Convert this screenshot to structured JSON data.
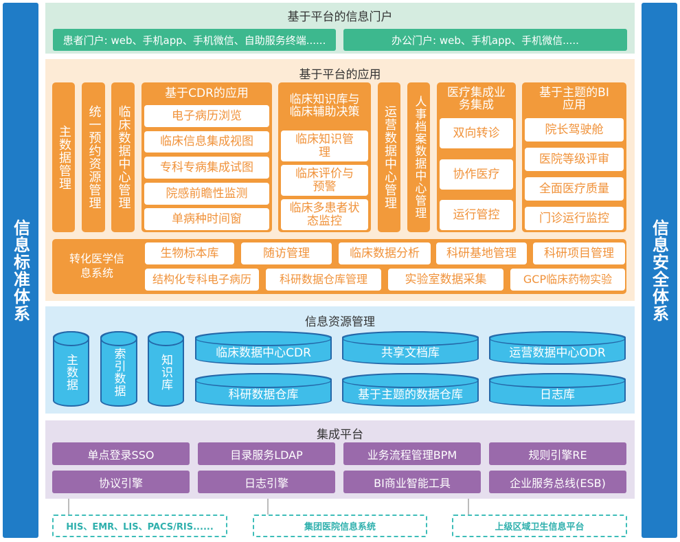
{
  "left_bar": "信息标准体系",
  "right_bar": "信息安全体系",
  "portal": {
    "title": "基于平台的信息门户",
    "items": [
      "患者门户: web、手机app、手机微信、自助服务终端......",
      "办公门户: web、手机app、手机微信....."
    ]
  },
  "apps": {
    "title": "基于平台的应用",
    "master_data": "主数据管理",
    "appointment": "统一预约资源管理",
    "cdr_mgmt": "临床数据中心管理",
    "cdr_app": {
      "title": "基于CDR的应用",
      "items": [
        "电子病历浏览",
        "临床信息集成视图",
        "专科专病集成试图",
        "院感前瞻性监测",
        "单病种时间窗"
      ]
    },
    "knowledge": {
      "title": "临床知识库与临床辅助决策",
      "items": [
        "临床知识管理",
        "临床评价与预警",
        "临床多患者状态监控"
      ]
    },
    "odr_mgmt": "运营数据中心管理",
    "hr_mgmt": "人事档案数据中心管理",
    "integration": {
      "title": "医疗集成业务集成",
      "items": [
        "双向转诊",
        "协作医疗",
        "运行管控"
      ]
    },
    "bi": {
      "title": "基于主题的BI应用",
      "items": [
        "院长驾驶舱",
        "医院等级评审",
        "全面医疗质量",
        "门诊运行监控"
      ]
    },
    "translational": {
      "title": "转化医学信息系统",
      "items": [
        "生物标本库",
        "随访管理",
        "临床数据分析",
        "科研基地管理",
        "科研项目管理",
        "结构化专科电子病历",
        "科研数据仓库管理",
        "实验室数据采集",
        "GCP临床药物实验"
      ]
    }
  },
  "resources": {
    "title": "信息资源管理",
    "small": [
      "主数据",
      "索引数据",
      "知识库"
    ],
    "large": [
      "临床数据中心CDR",
      "共享文档库",
      "运营数据中心ODR",
      "科研数据仓库",
      "基于主题的数据仓库",
      "日志库"
    ]
  },
  "platform": {
    "title": "集成平台",
    "items": [
      "单点登录SSO",
      "目录服务LDAP",
      "业务流程管理BPM",
      "规则引擎RE",
      "协议引擎",
      "日志引擎",
      "BI商业智能工具",
      "企业服务总线(ESB)"
    ]
  },
  "external": [
    "HIS、EMR、LIS、PACS/RIS......",
    "集团医院信息系统",
    "上级区域卫生信息平台"
  ]
}
